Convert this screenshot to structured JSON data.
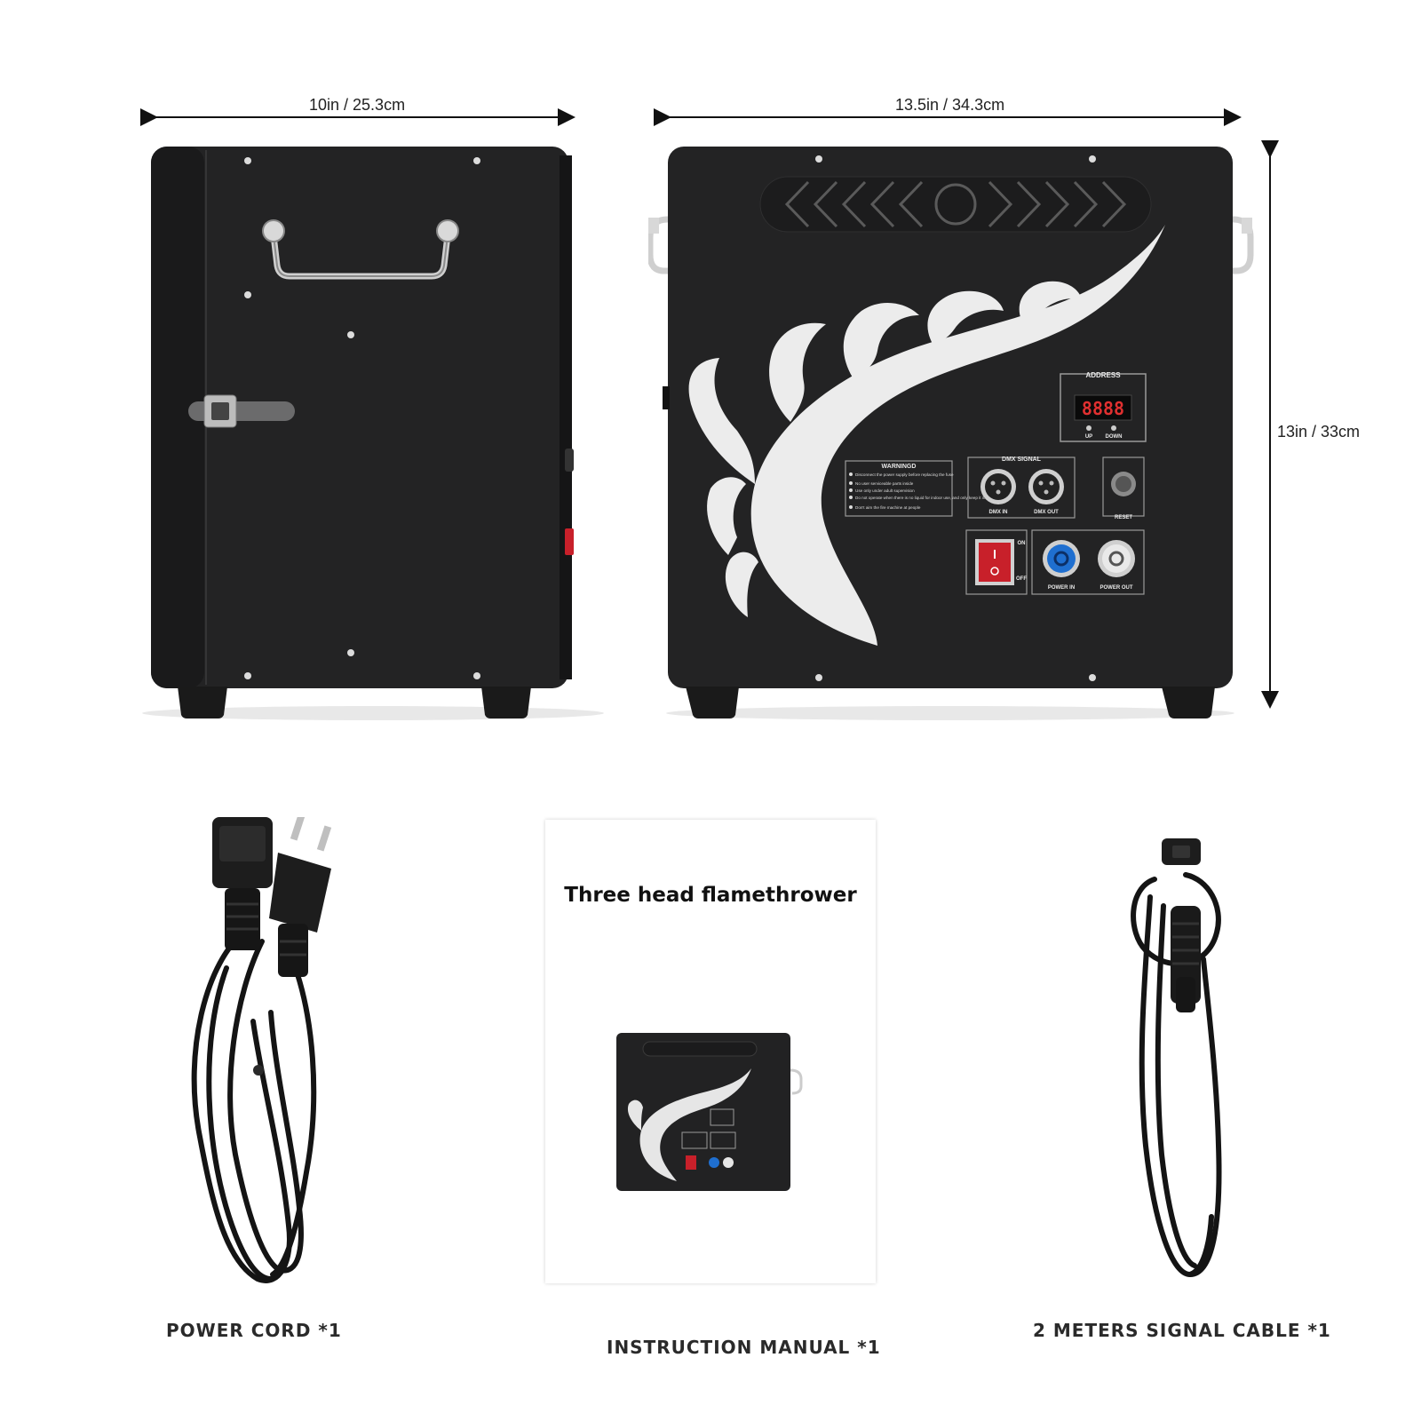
{
  "dimensions": {
    "side_width": "10in / 25.3cm",
    "front_width": "13.5in / 34.3cm",
    "height": "13in / 33cm"
  },
  "panel": {
    "address_label": "ADDRESS",
    "display_value": "8888",
    "up_label": "UP",
    "down_label": "DOWN",
    "warning_title": "WARNINGD",
    "warnings": [
      "Disconnect the power supply before replacing the fuse",
      "No user serviceable parts inside",
      "Use only under adult supervision",
      "Do not operate when there is no liquid for indoor use, and only keep it in the daytime",
      "Don't aim the fire machine at people"
    ],
    "dmx_signal_label": "DMX SIGNAL",
    "dmx_in_label": "DMX IN",
    "dmx_out_label": "DMX OUT",
    "reset_label": "RESET",
    "on_label": "ON",
    "off_label": "OFF",
    "power_in_label": "POWER IN",
    "power_out_label": "POWER OUT"
  },
  "accessories": {
    "power_cord": "POWER CORD *1",
    "manual_caption": "INSTRUCTION MANUAL *1",
    "manual_title": "Three head flamethrower",
    "signal_cable": "2 METERS SIGNAL CABLE *1"
  },
  "colors": {
    "body": "#1f1f20",
    "switch_red": "#c8202a",
    "power_in_blue": "#1f6fd0",
    "flame_graphic": "#ececec"
  }
}
